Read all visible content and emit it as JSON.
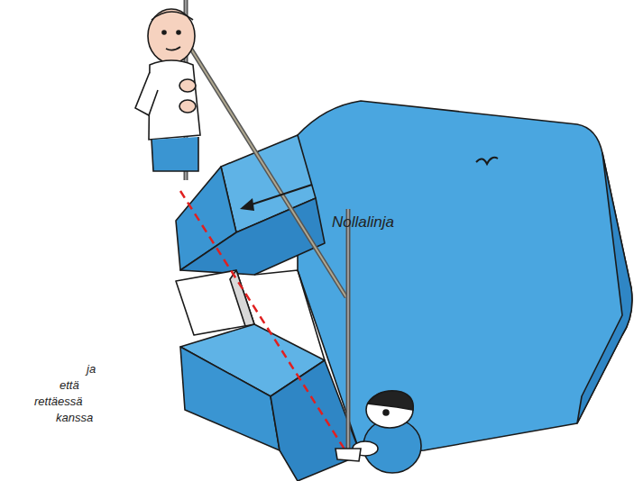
{
  "diagram": {
    "labels": [
      "Nollalinja",
      "ja",
      "että",
      "rettäessä",
      "kanssa"
    ]
  }
}
